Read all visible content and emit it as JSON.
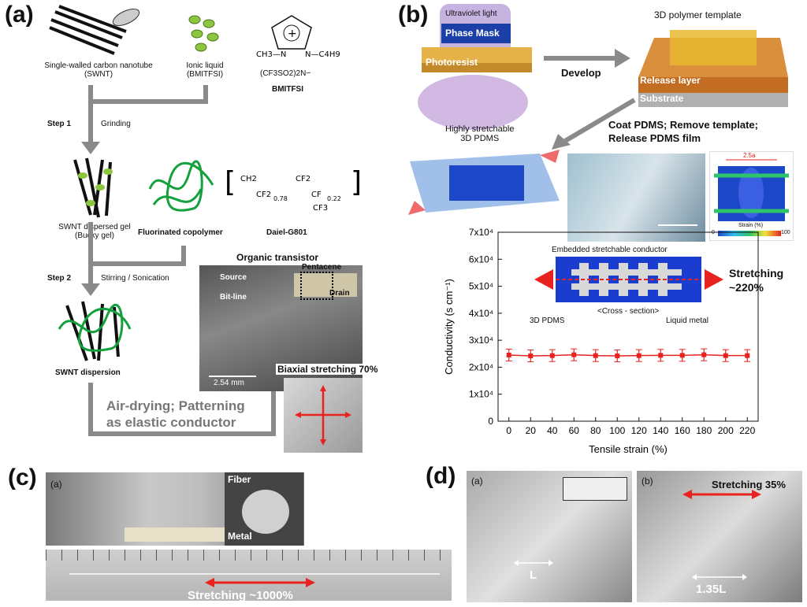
{
  "panels": {
    "a": {
      "label": "(a)",
      "swnt": "Single-walled carbon nanotube\n(SWNT)",
      "il": "Ionic liquid\n(BMITFSI)",
      "bmitfsi": "BMITFSI",
      "anion": "(CF3SO2)2N−",
      "step1": "Step 1",
      "grinding": "Grinding",
      "bucky": "SWNT dispersed gel\n(Bucky gel)",
      "fluoro": "Fluorinated copolymer",
      "daiel": "Daiel-G801",
      "step2": "Step 2",
      "stirring": "Stirring / Sonication",
      "dispersion": "SWNT dispersion",
      "airdry": "Air-drying; Patterning\nas elastic conductor",
      "organic": "Organic transistor",
      "source": "Source",
      "bitline": "Bit-line",
      "pentacene": "Pentacene",
      "drain": "Drain",
      "scale": "2.54 mm",
      "biaxial": "Biaxial stretching 70%"
    },
    "b": {
      "label": "(b)",
      "uv": "Ultraviolet light",
      "mask": "Phase Mask",
      "photoresist": "Photoresist",
      "develop": "Develop",
      "template": "3D polymer template",
      "release": "Release layer",
      "substrate": "Substrate",
      "coat": "Coat PDMS; Remove template;\nRelease PDMS film",
      "stretchable": "Highly stretchable\n3D PDMS",
      "embedded": "Embedded stretchable conductor",
      "pdms3d": "3D PDMS",
      "cross": "<Cross - section>",
      "liquid": "Liquid metal",
      "stretching": "Stretching\n~220%",
      "strain_label": "Strain (%)",
      "scale_25a": "2.5a",
      "cb_min": "0",
      "cb_max": "100"
    },
    "c": {
      "label": "(c)",
      "sub_a": "(a)",
      "fiber": "Fiber",
      "metal": "Metal",
      "stretching": "Stretching ~1000%"
    },
    "d": {
      "label": "(d)",
      "sub_a": "(a)",
      "sub_b": "(b)",
      "L": "L",
      "L135": "1.35L",
      "stretching": "Stretching 35%"
    }
  },
  "chart_data": {
    "type": "line",
    "xlabel": "Tensile strain (%)",
    "ylabel": "Conductivity (s cm⁻¹)",
    "x": [
      0,
      20,
      40,
      60,
      80,
      100,
      120,
      140,
      160,
      180,
      200,
      220
    ],
    "series": [
      {
        "values": [
          24500,
          24200,
          24300,
          24600,
          24300,
          24200,
          24300,
          24400,
          24400,
          24600,
          24300,
          24300
        ],
        "err": 2200,
        "color": "#e8231f"
      }
    ],
    "xlim": [
      -10,
      230
    ],
    "ylim": [
      0,
      70000
    ],
    "xticks": [
      "0",
      "20",
      "40",
      "60",
      "80",
      "100",
      "120",
      "140",
      "160",
      "180",
      "200",
      "220"
    ],
    "yticks": [
      "0",
      "1x10⁴",
      "2x10⁴",
      "3x10⁴",
      "4x10⁴",
      "5x10⁴",
      "6x10⁴",
      "7x10⁴"
    ],
    "grid": false
  }
}
